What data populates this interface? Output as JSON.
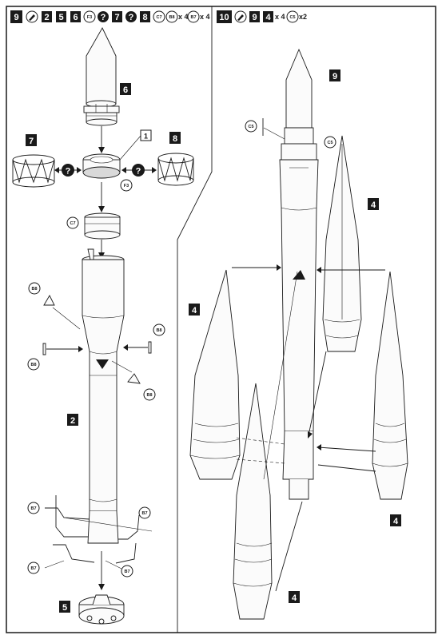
{
  "step9": {
    "number": "9",
    "glue_icon": "glue-icon",
    "parts": [
      "2",
      "5",
      "6",
      "F3"
    ],
    "optional_marks": [
      "?",
      "7",
      "?",
      "8"
    ],
    "decals": [
      {
        "code": "C7",
        "qty": ""
      },
      {
        "code": "B8",
        "qty": "x 4"
      },
      {
        "code": "B7",
        "qty": "x 4"
      }
    ],
    "labels": {
      "part6": "6",
      "part7": "7",
      "part8": "8",
      "part2": "2",
      "part5": "5",
      "callout1": "1",
      "f3": "F3",
      "c7": "C7",
      "b8": "B8",
      "b7": "B7",
      "question": "?"
    }
  },
  "step10": {
    "number": "10",
    "glue_icon": "glue-icon",
    "parts": [
      {
        "code": "9",
        "qty": ""
      },
      {
        "code": "4",
        "qty": "x 4"
      }
    ],
    "decals": [
      {
        "code": "C5",
        "qty": "x2"
      }
    ],
    "labels": {
      "part9": "9",
      "part4": "4",
      "c5": "C5"
    }
  },
  "colors": {
    "ink": "#1a1a1a",
    "paper": "#ffffff"
  }
}
